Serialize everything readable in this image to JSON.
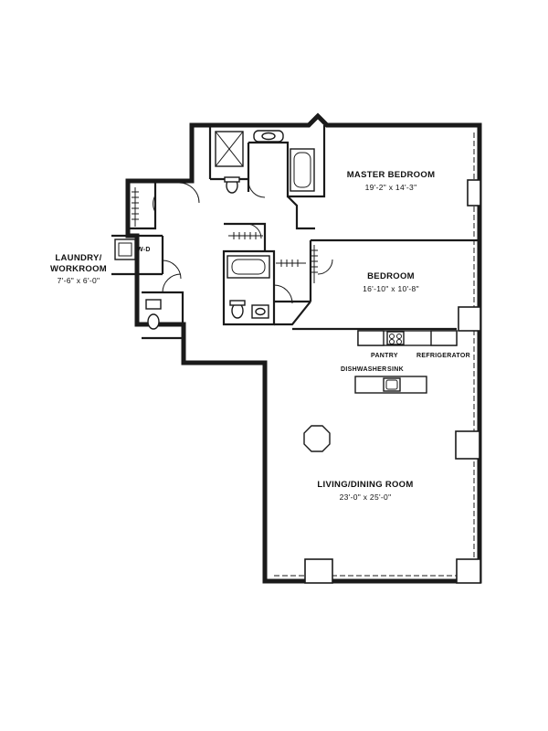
{
  "rooms": {
    "master_bedroom": {
      "name": "MASTER BEDROOM",
      "dims": "19'-2\" x 14'-3\""
    },
    "bedroom": {
      "name": "BEDROOM",
      "dims": "16'-10\" x 10'-8\""
    },
    "laundry": {
      "name_line1": "LAUNDRY/",
      "name_line2": "WORKROOM",
      "dims": "7'-6\" x 6'-0\""
    },
    "living_dining": {
      "name": "LIVING/DINING ROOM",
      "dims": "23'-0\" x 25'-0\""
    }
  },
  "fixtures": {
    "washer_dryer": "W-D",
    "pantry": "PANTRY",
    "refrigerator": "REFRIGERATOR",
    "dishwasher": "DISHWASHER",
    "sink": "SINK"
  }
}
